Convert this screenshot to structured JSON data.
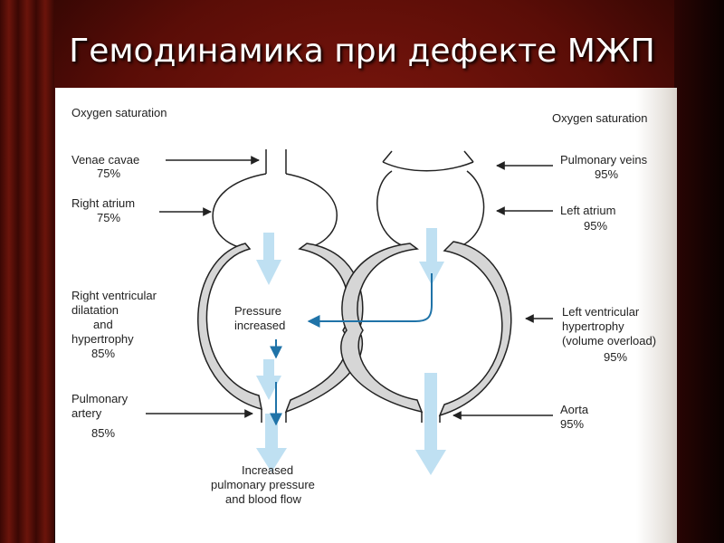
{
  "slide": {
    "title": "Гемодинамика при дефекте МЖП"
  },
  "diagram": {
    "left_header": "Oxygen saturation",
    "right_header": "Oxygen saturation",
    "left_labels": {
      "venae_cavae": [
        "Venae cavae",
        "75%"
      ],
      "right_atrium": [
        "Right atrium",
        "75%"
      ],
      "rv": [
        "Right ventricular",
        "dilatation",
        "and",
        "hypertrophy",
        "85%"
      ],
      "pulm_artery": [
        "Pulmonary",
        "artery",
        "85%"
      ]
    },
    "right_labels": {
      "pulm_veins": [
        "Pulmonary veins",
        "95%"
      ],
      "left_atrium": [
        "Left atrium",
        "95%"
      ],
      "lv": [
        "Left ventricular",
        "hypertrophy",
        "(volume overload)",
        "95%"
      ],
      "aorta": [
        "Aorta",
        "95%"
      ]
    },
    "center_labels": {
      "pressure": [
        "Pressure",
        "increased"
      ],
      "bottom": [
        "Increased",
        "pulmonary pressure",
        "and blood flow"
      ]
    },
    "colors": {
      "flow_arrow": "#1f73a8",
      "light_arrow": "#bfe0f2",
      "wall_fill": "#d6d6d6",
      "outline": "#222222"
    }
  }
}
